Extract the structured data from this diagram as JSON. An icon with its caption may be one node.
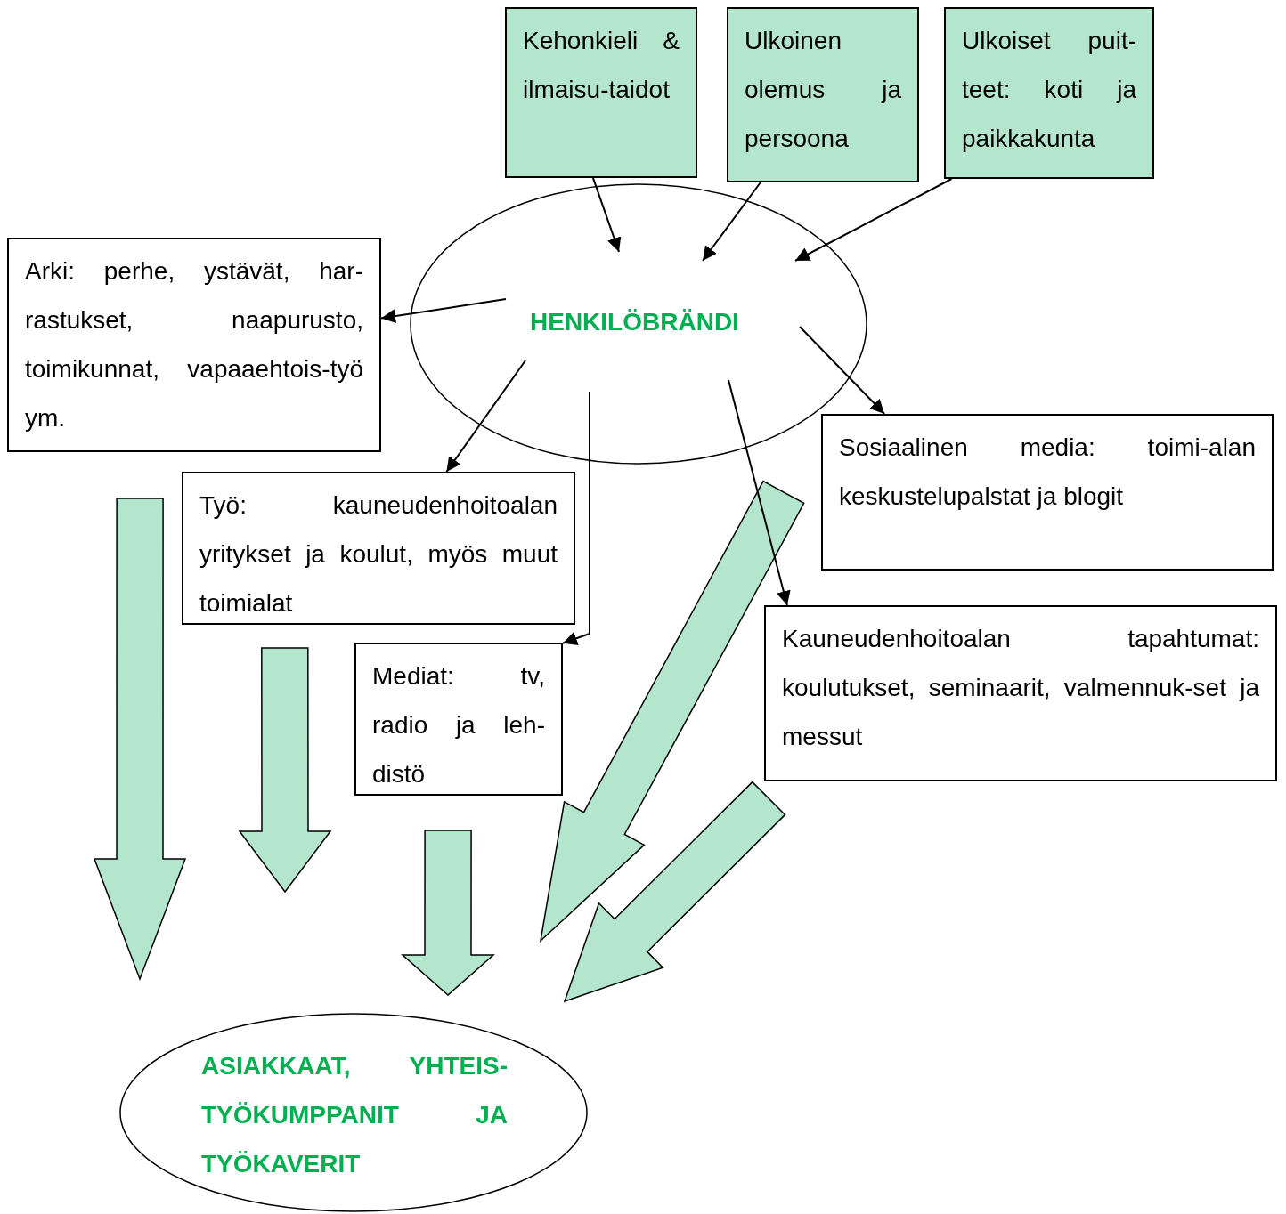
{
  "diagram": {
    "nodes": [
      {
        "text": [
          "Kehonkieli & ilmaisu-taidot"
        ]
      },
      {
        "text": [
          "Ulkoinen olemus ja persoona"
        ]
      },
      {
        "text": [
          "Ulkoiset puit-teet: koti ja paikkakunta"
        ]
      },
      {
        "text": [
          "HENKILÖBRÄNDI"
        ]
      },
      {
        "text": [
          "Arki: perhe, ystävät, har-rastukset, naapurusto, toimikunnat, vapaaehtois-työ ym."
        ]
      },
      {
        "text": [
          "Työ: kauneudenhoitoalan yritykset ja koulut, myös muut toimialat"
        ]
      },
      {
        "text": [
          "Sosiaalinen media: toimi-alan keskustelupalstat ja blogit"
        ]
      },
      {
        "text": [
          "Mediat: tv, radio ja leh-distö"
        ]
      },
      {
        "text": [
          "Kauneudenhoitoalan tapahtumat: koulutukset, seminaarit, valmennuk-set ja messut"
        ]
      },
      {
        "text": [
          "ASIAKKAAT, YHTEIS-TYÖKUMPPANIT JA TYÖKAVERIT"
        ]
      }
    ],
    "edges": [
      {
        "from": 0,
        "to": 3,
        "arrow": "to"
      },
      {
        "from": 1,
        "to": 3,
        "arrow": "to"
      },
      {
        "from": 2,
        "to": 3,
        "arrow": "to"
      },
      {
        "from": 3,
        "to": 4,
        "arrow": "to"
      },
      {
        "from": 3,
        "to": 5,
        "arrow": "to"
      },
      {
        "from": 3,
        "to": 7,
        "arrow": "to"
      },
      {
        "from": 3,
        "to": 6,
        "arrow": "to"
      },
      {
        "from": 3,
        "to": 8,
        "arrow": "to"
      },
      {
        "from": 4,
        "to": 9,
        "arrow": "to",
        "style": "thick",
        "color": "#b3e6cc"
      },
      {
        "from": 5,
        "to": 9,
        "arrow": "to",
        "style": "thick",
        "color": "#b3e6cc"
      },
      {
        "from": 7,
        "to": 9,
        "arrow": "to",
        "style": "thick",
        "color": "#b3e6cc"
      },
      {
        "from": 6,
        "to": 9,
        "arrow": "to",
        "style": "thick",
        "color": "#b3e6cc"
      },
      {
        "from": 8,
        "to": 9,
        "arrow": "to",
        "style": "thick",
        "color": "#b3e6cc"
      }
    ]
  }
}
